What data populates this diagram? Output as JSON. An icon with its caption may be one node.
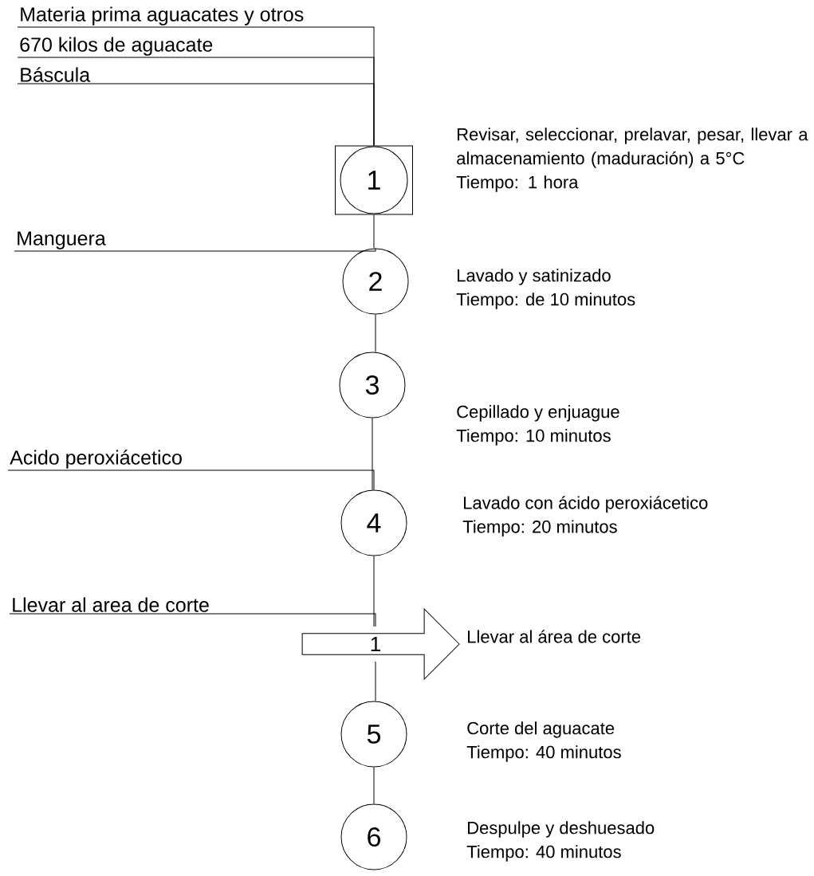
{
  "diagram": {
    "nodes": [
      {
        "text": [
          "Materia prima aguacates y otros"
        ]
      },
      {
        "text": [
          "670 kilos de aguacate"
        ]
      },
      {
        "text": [
          "Báscula"
        ]
      },
      {
        "text": [
          "1"
        ],
        "beside": [
          "Revisar, seleccionar, prelavar, pesar, llevar a almacenamiento (maduración) a 5°C",
          "Tiempo: 1 hora"
        ]
      },
      {
        "text": [
          "Manguera"
        ]
      },
      {
        "text": [
          "2"
        ],
        "beside": [
          "Lavado y satinizado",
          "Tiempo: de 10 minutos"
        ]
      },
      {
        "text": [
          "3"
        ],
        "beside": [
          "Cepillado y enjuague",
          "Tiempo: 10 minutos"
        ]
      },
      {
        "text": [
          "Acido peroxiácetico"
        ]
      },
      {
        "text": [
          "4"
        ],
        "beside": [
          "Lavado con ácido peroxiácetico",
          "Tiempo: 20 minutos"
        ]
      },
      {
        "text": [
          "Llevar al area de corte"
        ]
      },
      {
        "text": [
          "1"
        ],
        "beside": [
          "Llevar al área de corte"
        ]
      },
      {
        "text": [
          "5"
        ],
        "beside": [
          "Corte del aguacate",
          "Tiempo: 40 minutos"
        ]
      },
      {
        "text": [
          "6"
        ],
        "beside": [
          "Despulpe y deshuesado",
          "Tiempo: 40 minutos"
        ]
      }
    ],
    "edges": [
      {
        "from": 0,
        "to": 3,
        "arrow": "none"
      },
      {
        "from": 1,
        "to": 3,
        "arrow": "none"
      },
      {
        "from": 2,
        "to": 3,
        "arrow": "none"
      },
      {
        "from": 3,
        "to": 5,
        "arrow": "none"
      },
      {
        "from": 4,
        "to": 5,
        "arrow": "none"
      },
      {
        "from": 5,
        "to": 6,
        "arrow": "none"
      },
      {
        "from": 6,
        "to": 8,
        "arrow": "none"
      },
      {
        "from": 7,
        "to": 8,
        "arrow": "none"
      },
      {
        "from": 8,
        "to": 10,
        "arrow": "none"
      },
      {
        "from": 9,
        "to": 10,
        "arrow": "none"
      },
      {
        "from": 10,
        "to": 11,
        "arrow": "none"
      },
      {
        "from": 11,
        "to": 12,
        "arrow": "none"
      }
    ]
  }
}
